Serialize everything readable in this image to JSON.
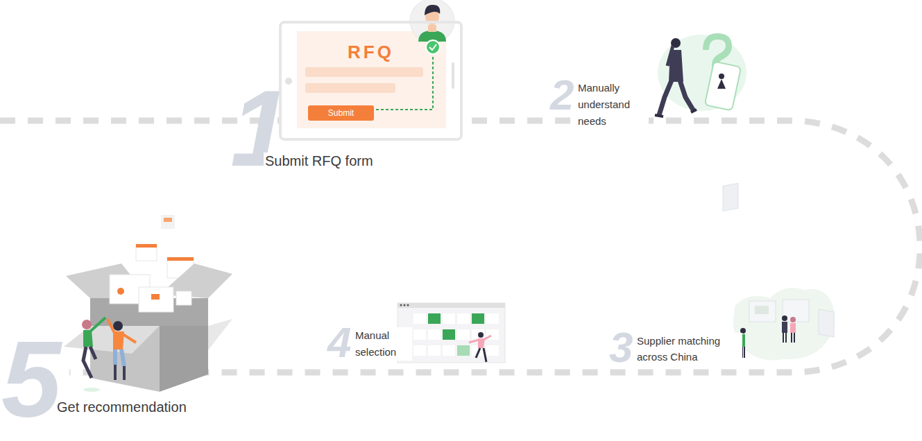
{
  "diagram": {
    "nodes": [
      {
        "text": [
          "RFQ"
        ]
      },
      {
        "text": [
          "Submit"
        ],
        "in": 0
      }
    ],
    "labels": [
      "1",
      "Submit RFQ form",
      "2",
      "Manually understand needs",
      "3",
      "Supplier matching across China",
      "4",
      "Manual selection",
      "5",
      "Get recommendation"
    ]
  }
}
